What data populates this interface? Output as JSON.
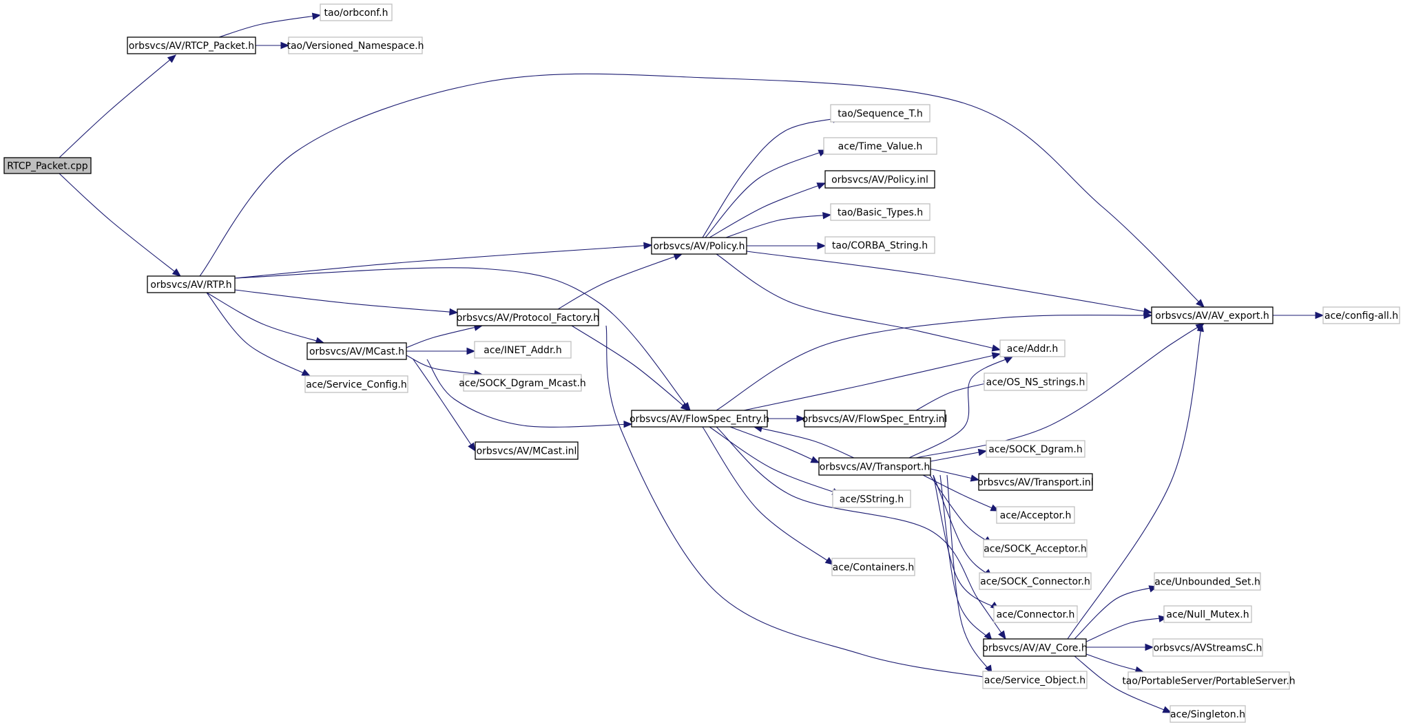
{
  "graph": {
    "nodes": [
      {
        "id": "root",
        "label": "RTCP_Packet.cpp",
        "kind": "root"
      },
      {
        "id": "rtcp_packet_h",
        "label": "orbsvcs/AV/RTCP_Packet.h",
        "kind": "documented"
      },
      {
        "id": "orbconf",
        "label": "tao/orbconf.h",
        "kind": "undocumented"
      },
      {
        "id": "versioned_ns",
        "label": "tao/Versioned_Namespace.h",
        "kind": "undocumented"
      },
      {
        "id": "rtp",
        "label": "orbsvcs/AV/RTP.h",
        "kind": "documented"
      },
      {
        "id": "sequence_t",
        "label": "tao/Sequence_T.h",
        "kind": "undocumented"
      },
      {
        "id": "time_value",
        "label": "ace/Time_Value.h",
        "kind": "undocumented"
      },
      {
        "id": "policy_inl",
        "label": "orbsvcs/AV/Policy.inl",
        "kind": "documented"
      },
      {
        "id": "basic_types",
        "label": "tao/Basic_Types.h",
        "kind": "undocumented"
      },
      {
        "id": "policy",
        "label": "orbsvcs/AV/Policy.h",
        "kind": "documented"
      },
      {
        "id": "corba_string",
        "label": "tao/CORBA_String.h",
        "kind": "undocumented"
      },
      {
        "id": "av_export",
        "label": "orbsvcs/AV/AV_export.h",
        "kind": "documented"
      },
      {
        "id": "config_all",
        "label": "ace/config-all.h",
        "kind": "undocumented"
      },
      {
        "id": "protocol_factory",
        "label": "orbsvcs/AV/Protocol_Factory.h",
        "kind": "documented"
      },
      {
        "id": "addr",
        "label": "ace/Addr.h",
        "kind": "undocumented"
      },
      {
        "id": "mcast",
        "label": "orbsvcs/AV/MCast.h",
        "kind": "documented"
      },
      {
        "id": "inet_addr",
        "label": "ace/INET_Addr.h",
        "kind": "undocumented"
      },
      {
        "id": "service_config",
        "label": "ace/Service_Config.h",
        "kind": "undocumented"
      },
      {
        "id": "sock_dgram_mcast",
        "label": "ace/SOCK_Dgram_Mcast.h",
        "kind": "undocumented"
      },
      {
        "id": "os_ns_strings",
        "label": "ace/OS_NS_strings.h",
        "kind": "undocumented"
      },
      {
        "id": "flowspec_entry",
        "label": "orbsvcs/AV/FlowSpec_Entry.h",
        "kind": "documented"
      },
      {
        "id": "flowspec_entry_inl",
        "label": "orbsvcs/AV/FlowSpec_Entry.inl",
        "kind": "documented"
      },
      {
        "id": "mcast_inl",
        "label": "orbsvcs/AV/MCast.inl",
        "kind": "documented"
      },
      {
        "id": "sock_dgram",
        "label": "ace/SOCK_Dgram.h",
        "kind": "undocumented"
      },
      {
        "id": "transport",
        "label": "orbsvcs/AV/Transport.h",
        "kind": "documented"
      },
      {
        "id": "transport_inl",
        "label": "orbsvcs/AV/Transport.inl",
        "kind": "documented"
      },
      {
        "id": "sstring",
        "label": "ace/SString.h",
        "kind": "undocumented"
      },
      {
        "id": "acceptor",
        "label": "ace/Acceptor.h",
        "kind": "undocumented"
      },
      {
        "id": "sock_acceptor",
        "label": "ace/SOCK_Acceptor.h",
        "kind": "undocumented"
      },
      {
        "id": "containers",
        "label": "ace/Containers.h",
        "kind": "undocumented"
      },
      {
        "id": "sock_connector",
        "label": "ace/SOCK_Connector.h",
        "kind": "undocumented"
      },
      {
        "id": "unbounded_set",
        "label": "ace/Unbounded_Set.h",
        "kind": "undocumented"
      },
      {
        "id": "null_mutex",
        "label": "ace/Null_Mutex.h",
        "kind": "undocumented"
      },
      {
        "id": "connector",
        "label": "ace/Connector.h",
        "kind": "undocumented"
      },
      {
        "id": "av_core",
        "label": "orbsvcs/AV/AV_Core.h",
        "kind": "documented"
      },
      {
        "id": "avstreamsc",
        "label": "orbsvcs/AVStreamsC.h",
        "kind": "undocumented"
      },
      {
        "id": "service_object",
        "label": "ace/Service_Object.h",
        "kind": "undocumented"
      },
      {
        "id": "portableserver",
        "label": "tao/PortableServer/PortableServer.h",
        "kind": "undocumented"
      },
      {
        "id": "singleton",
        "label": "ace/Singleton.h",
        "kind": "undocumented"
      }
    ],
    "edges": [
      [
        "root",
        "rtcp_packet_h"
      ],
      [
        "root",
        "rtp"
      ],
      [
        "rtcp_packet_h",
        "orbconf"
      ],
      [
        "rtcp_packet_h",
        "versioned_ns"
      ],
      [
        "rtp",
        "av_export"
      ],
      [
        "rtp",
        "policy"
      ],
      [
        "rtp",
        "protocol_factory"
      ],
      [
        "rtp",
        "flowspec_entry"
      ],
      [
        "rtp",
        "mcast"
      ],
      [
        "rtp",
        "service_config"
      ],
      [
        "policy",
        "sequence_t"
      ],
      [
        "policy",
        "time_value"
      ],
      [
        "policy",
        "policy_inl"
      ],
      [
        "policy",
        "basic_types"
      ],
      [
        "policy",
        "corba_string"
      ],
      [
        "policy",
        "av_export"
      ],
      [
        "policy",
        "addr"
      ],
      [
        "av_export",
        "config_all"
      ],
      [
        "protocol_factory",
        "policy"
      ],
      [
        "protocol_factory",
        "flowspec_entry"
      ],
      [
        "protocol_factory",
        "service_object"
      ],
      [
        "mcast",
        "protocol_factory"
      ],
      [
        "mcast",
        "inet_addr"
      ],
      [
        "mcast",
        "sock_dgram_mcast"
      ],
      [
        "mcast",
        "flowspec_entry"
      ],
      [
        "mcast",
        "mcast_inl"
      ],
      [
        "flowspec_entry",
        "av_export"
      ],
      [
        "flowspec_entry",
        "addr"
      ],
      [
        "flowspec_entry",
        "flowspec_entry_inl"
      ],
      [
        "flowspec_entry",
        "transport"
      ],
      [
        "flowspec_entry",
        "sstring"
      ],
      [
        "flowspec_entry",
        "containers"
      ],
      [
        "flowspec_entry",
        "av_core"
      ],
      [
        "flowspec_entry_inl",
        "os_ns_strings"
      ],
      [
        "transport",
        "flowspec_entry"
      ],
      [
        "transport",
        "av_export"
      ],
      [
        "transport",
        "addr"
      ],
      [
        "transport",
        "sock_dgram"
      ],
      [
        "transport",
        "transport_inl"
      ],
      [
        "transport",
        "acceptor"
      ],
      [
        "transport",
        "sock_acceptor"
      ],
      [
        "transport",
        "sock_connector"
      ],
      [
        "transport",
        "connector"
      ],
      [
        "transport",
        "av_core"
      ],
      [
        "transport",
        "service_object"
      ],
      [
        "av_core",
        "av_export"
      ],
      [
        "av_core",
        "unbounded_set"
      ],
      [
        "av_core",
        "null_mutex"
      ],
      [
        "av_core",
        "avstreamsc"
      ],
      [
        "av_core",
        "portableserver"
      ],
      [
        "av_core",
        "singleton"
      ]
    ]
  }
}
